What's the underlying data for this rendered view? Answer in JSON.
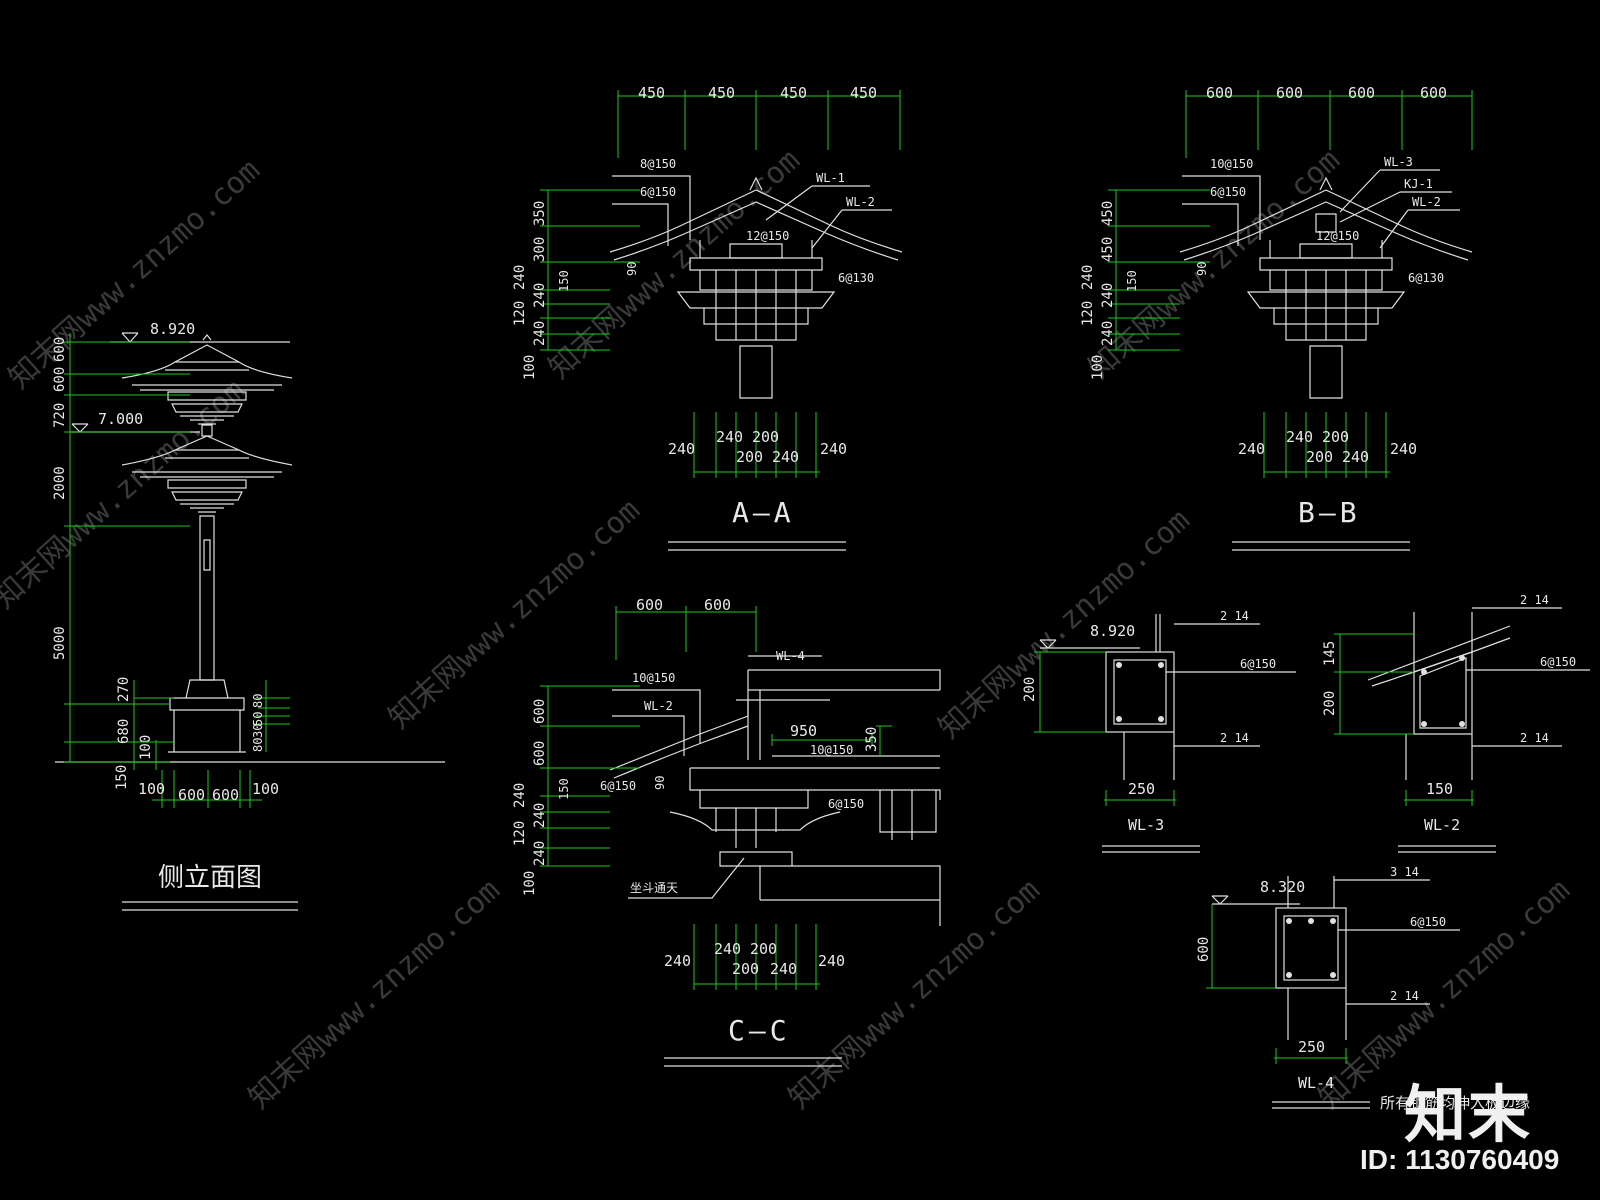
{
  "side_elevation": {
    "title": "侧立面图",
    "elev_top": "8.920",
    "elev_mid": "7.000",
    "left_dims": [
      "600",
      "600",
      "720",
      "2000",
      "5000",
      "270",
      "680",
      "100",
      "150"
    ],
    "base_right_dims": [
      "80",
      "50",
      "30",
      "80"
    ],
    "bottom_dims": [
      "100",
      "600",
      "600",
      "100"
    ]
  },
  "section_a": {
    "title": "A—A",
    "top_dims": [
      "450",
      "450",
      "450",
      "450"
    ],
    "left_dims": [
      "350",
      "300",
      "240",
      "120",
      "240",
      "240",
      "100"
    ],
    "small_dims": [
      "150",
      "90"
    ],
    "bottom_dims_row1": [
      "240",
      "240",
      "200",
      "240"
    ],
    "bottom_dims_row2": [
      "200",
      "240"
    ],
    "rebar": [
      "8@150",
      "6@150",
      "12@150",
      "6@130"
    ],
    "beams": [
      "WL-1",
      "WL-2"
    ]
  },
  "section_b": {
    "title": "B—B",
    "top_dims": [
      "600",
      "600",
      "600",
      "600"
    ],
    "left_dims": [
      "450",
      "450",
      "240",
      "120",
      "240",
      "240",
      "100"
    ],
    "small_dims": [
      "150",
      "90"
    ],
    "bottom_dims_row1": [
      "240",
      "240",
      "200",
      "240"
    ],
    "bottom_dims_row2": [
      "200",
      "240"
    ],
    "rebar": [
      "10@150",
      "6@150",
      "12@150",
      "6@130"
    ],
    "beams": [
      "WL-3",
      "KJ-1",
      "WL-2"
    ]
  },
  "section_c": {
    "title": "C—C",
    "top_dims": [
      "600",
      "600"
    ],
    "left_dims": [
      "600",
      "600",
      "240",
      "120",
      "240",
      "240",
      "100"
    ],
    "small_dims": [
      "150",
      "90"
    ],
    "bottom_dims_row1": [
      "240",
      "240",
      "200",
      "240"
    ],
    "bottom_dims_row2": [
      "200",
      "240"
    ],
    "rebar": [
      "10@150",
      "6@150",
      "6@150",
      "10@150"
    ],
    "beams": [
      "WL-4",
      "WL-2"
    ],
    "inner_dims": [
      "950",
      "350"
    ],
    "note": "坐斗通天"
  },
  "wl3": {
    "title": "WL-3",
    "elev": "8.920",
    "height": "200",
    "width": "250",
    "top_bars": "2  14",
    "bottom_bars": "2  14",
    "stirrup": "6@150"
  },
  "wl2": {
    "title": "WL-2",
    "dims": [
      "145",
      "200"
    ],
    "width": "150",
    "top_bars": "2  14",
    "bottom_bars": "2  14",
    "stirrup": "6@150"
  },
  "wl4": {
    "title": "WL-4",
    "elev": "8.320",
    "height": "600",
    "width": "250",
    "top_bars": "3  14",
    "bottom_bars": "2  14",
    "stirrup": "6@150"
  },
  "footnote": "所有钢筋均伸入板边缘",
  "watermark": {
    "text": "知末网www.znzmo.com",
    "logo": "知末",
    "id": "ID: 1130760409"
  },
  "colors": {
    "background": "#000000",
    "dimension_lines": "#1ec81e",
    "drawing_lines": "#e0e0e0"
  }
}
